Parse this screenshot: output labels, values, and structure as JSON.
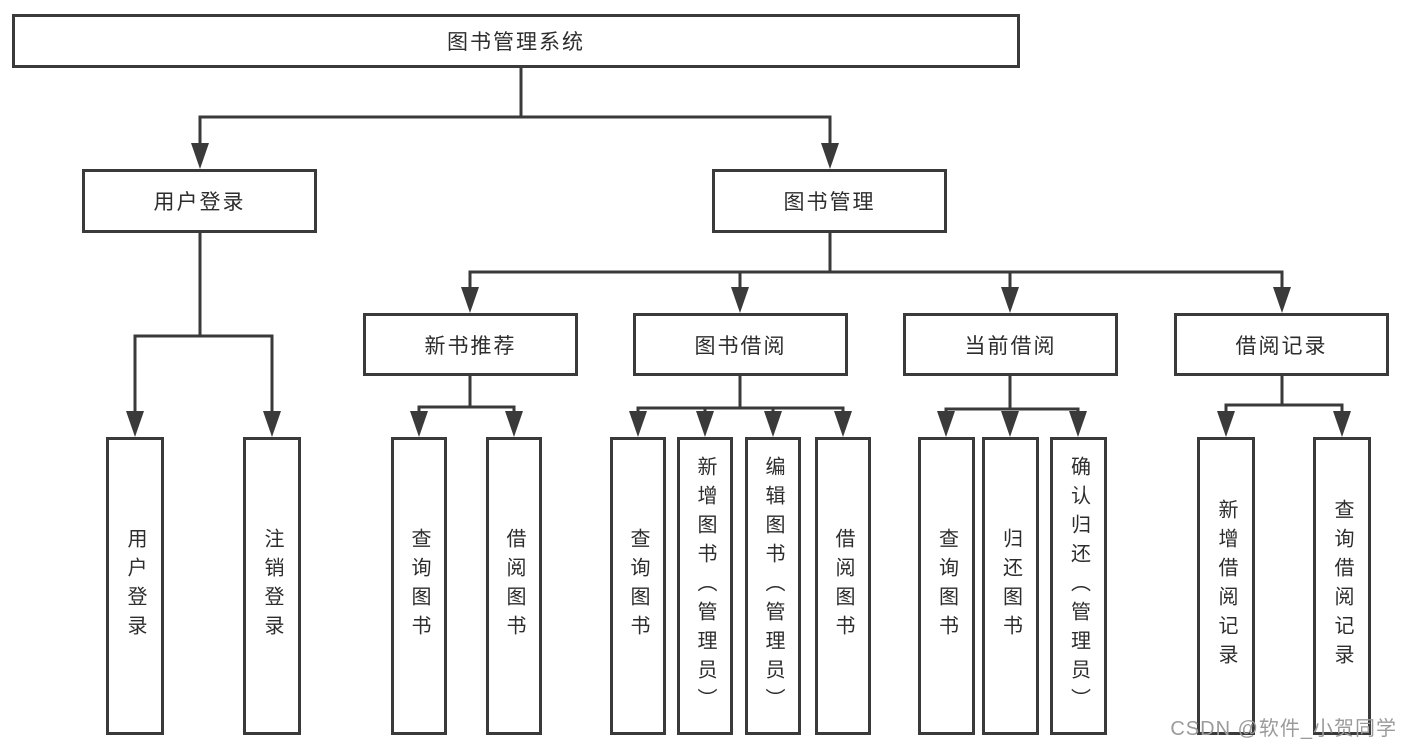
{
  "tree": {
    "label": "图书管理系统",
    "children": [
      {
        "label": "用户登录",
        "children": [
          {
            "label": "用户登录"
          },
          {
            "label": "注销登录"
          }
        ]
      },
      {
        "label": "图书管理",
        "children": [
          {
            "label": "新书推荐",
            "children": [
              {
                "label": "查询图书"
              },
              {
                "label": "借阅图书"
              }
            ]
          },
          {
            "label": "图书借阅",
            "children": [
              {
                "label": "查询图书"
              },
              {
                "label": "新增图书（管理员）"
              },
              {
                "label": "编辑图书（管理员）"
              },
              {
                "label": "借阅图书"
              }
            ]
          },
          {
            "label": "当前借阅",
            "children": [
              {
                "label": "查询图书"
              },
              {
                "label": "归还图书"
              },
              {
                "label": "确认归还（管理员）"
              }
            ]
          },
          {
            "label": "借阅记录",
            "children": [
              {
                "label": "新增借阅记录"
              },
              {
                "label": "查询借阅记录"
              }
            ]
          }
        ]
      }
    ]
  },
  "watermark": "CSDN @软件_小贺同学",
  "colors": {
    "line": "#3a3a3a",
    "text": "#2d2d2d",
    "watermark": "#9b9b9b",
    "background": "#ffffff"
  }
}
